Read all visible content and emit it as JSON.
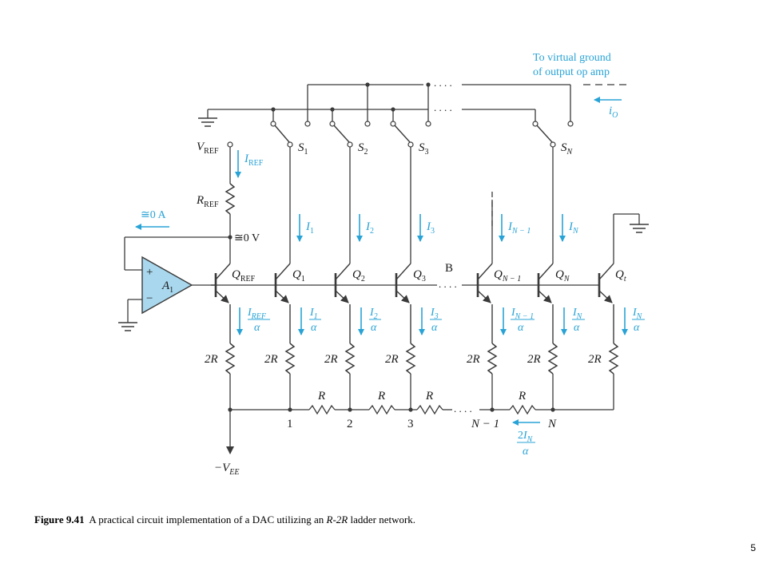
{
  "figure": {
    "caption_label": "Figure 9.41",
    "caption_text_1": "A practical circuit implementation of a DAC utilizing an ",
    "caption_emph": "R-2R",
    "caption_text_2": " ladder network.",
    "page_number": "5"
  },
  "labels": {
    "vref": "V",
    "vref_sub": "REF",
    "iref": "I",
    "iref_sub": "REF",
    "rref": "R",
    "rref_sub": "REF",
    "approx_0a": "≅0 A",
    "approx_0v": "≅0 V",
    "plus": "+",
    "minus": "−",
    "amp": "A",
    "amp_sub": "1",
    "qref": "Q",
    "qref_sub": "REF",
    "q1": "Q",
    "q1_sub": "1",
    "q2": "Q",
    "q2_sub": "2",
    "q3": "Q",
    "q3_sub": "3",
    "qn1": "Q",
    "qn1_sub": "N − 1",
    "qn": "Q",
    "qn_sub": "N",
    "qt": "Q",
    "qt_sub": "t",
    "s1": "S",
    "s1_sub": "1",
    "s2": "S",
    "s2_sub": "2",
    "s3": "S",
    "s3_sub": "3",
    "sn": "S",
    "sn_sub": "N",
    "i1": "I",
    "i1_sub": "1",
    "i2": "I",
    "i2_sub": "2",
    "i3": "I",
    "i3_sub": "3",
    "in1": "I",
    "in1_sub": "N − 1",
    "in": "I",
    "in_sub": "N",
    "alpha": "α",
    "two_r": "2R",
    "r": "R",
    "node_1": "1",
    "node_2": "2",
    "node_3": "3",
    "node_n1": "N − 1",
    "node_n": "N",
    "node_b": "B",
    "two": "2",
    "vee": "−V",
    "vee_sub": "EE",
    "to_virtual_1": "To virtual ground",
    "to_virtual_2": "of output op amp",
    "io": "i",
    "io_sub": "O",
    "dots": ". . . ."
  },
  "colors": {
    "wire": "#3a3a3a",
    "current": "#29a3d6",
    "opamp_fill": "#a9d8ee",
    "text": "#1a1a1a"
  }
}
